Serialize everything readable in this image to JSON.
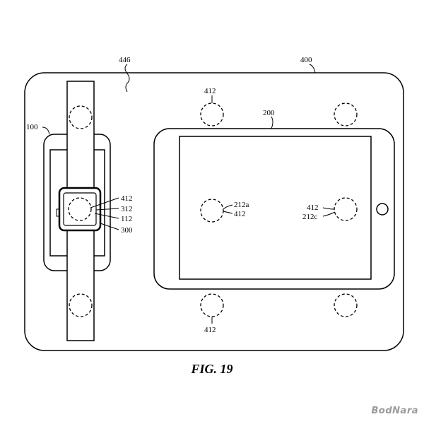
{
  "labels": {
    "base_pad": "400",
    "base_surface": "446",
    "tablet": "200",
    "phone": "100",
    "top_left_coil": "412",
    "bottom_left_coil": "412",
    "tablet_center_coil": "412",
    "tablet_right_coil": "412",
    "watch_coil": "412",
    "watch_part_312": "312",
    "watch_part_112": "112",
    "watch_part_300": "300",
    "coil_212a": "212a",
    "coil_212c": "212c"
  },
  "caption": "FIG. 19",
  "watermark": "BodNara"
}
